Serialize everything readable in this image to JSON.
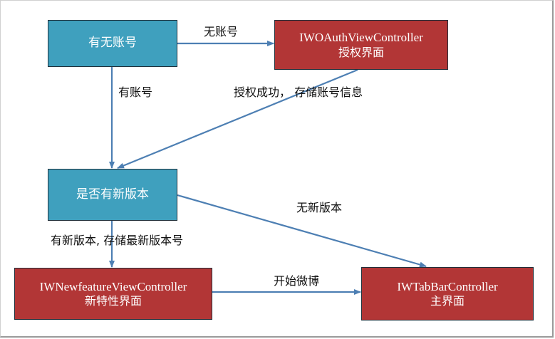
{
  "colors": {
    "decision_fill": "#3fa0be",
    "screen_fill": "#b23636",
    "arrow": "#4d7fb3"
  },
  "nodes": {
    "has_account": {
      "text": "有无账号"
    },
    "auth": {
      "line1": "IWOAuthViewController",
      "line2": "授权界面"
    },
    "new_version": {
      "text": "是否有新版本"
    },
    "newfeature": {
      "line1": "IWNewfeatureViewController",
      "line2": "新特性界面"
    },
    "tabbar": {
      "line1": "IWTabBarController",
      "line2": "主界面"
    }
  },
  "edges": {
    "no_account": "无账号",
    "has_account": "有账号",
    "auth_success": "授权成功，  存储账号信息",
    "no_new_version": "无新版本",
    "has_new_version": "有新版本, 存储最新版本号",
    "start_weibo": "开始微博"
  }
}
